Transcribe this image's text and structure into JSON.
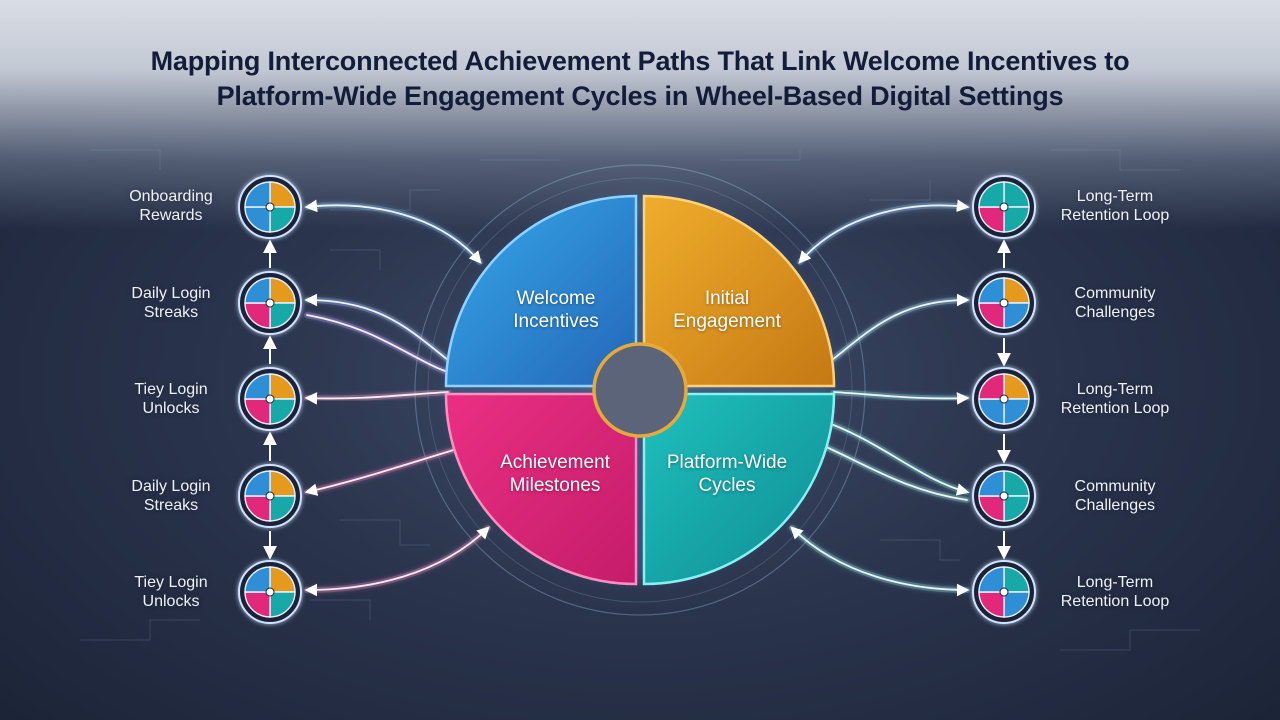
{
  "title": {
    "line1": "Mapping Interconnected Achievement Paths That Link Welcome Incentives to",
    "line2": "Platform-Wide Engagement Cycles in Wheel-Based Digital Settings"
  },
  "wheel": {
    "segments": [
      {
        "id": "welcome",
        "line1": "Welcome",
        "line2": "Incentives",
        "color": "#2f8fd6"
      },
      {
        "id": "initial",
        "line1": "Initial",
        "line2": "Engagement",
        "color": "#e59a1e"
      },
      {
        "id": "achievement",
        "line1": "Achievement",
        "line2": "Milestones",
        "color": "#e2287a"
      },
      {
        "id": "platform",
        "line1": "Platform-Wide",
        "line2": "Cycles",
        "color": "#17a9a8"
      }
    ]
  },
  "left_nodes": [
    {
      "line1": "Onboarding",
      "line2": "Rewards"
    },
    {
      "line1": "Daily Login",
      "line2": "Streaks"
    },
    {
      "line1": "Tiey Login",
      "line2": "Unlocks"
    },
    {
      "line1": "Daily Login",
      "line2": "Streaks"
    },
    {
      "line1": "Tiey Login",
      "line2": "Unlocks"
    }
  ],
  "right_nodes": [
    {
      "line1": "Long-Term",
      "line2": "Retention Loop"
    },
    {
      "line1": "Community",
      "line2": "Challenges"
    },
    {
      "line1": "Long-Term",
      "line2": "Retention Loop"
    },
    {
      "line1": "Community",
      "line2": "Challenges"
    },
    {
      "line1": "Long-Term",
      "line2": "Retention Loop"
    }
  ],
  "colors": {
    "blue": "#2f8fd6",
    "orange": "#e59a1e",
    "magenta": "#e2287a",
    "teal": "#17a9a8",
    "hub": "#5b6478",
    "title": "#131c38"
  }
}
